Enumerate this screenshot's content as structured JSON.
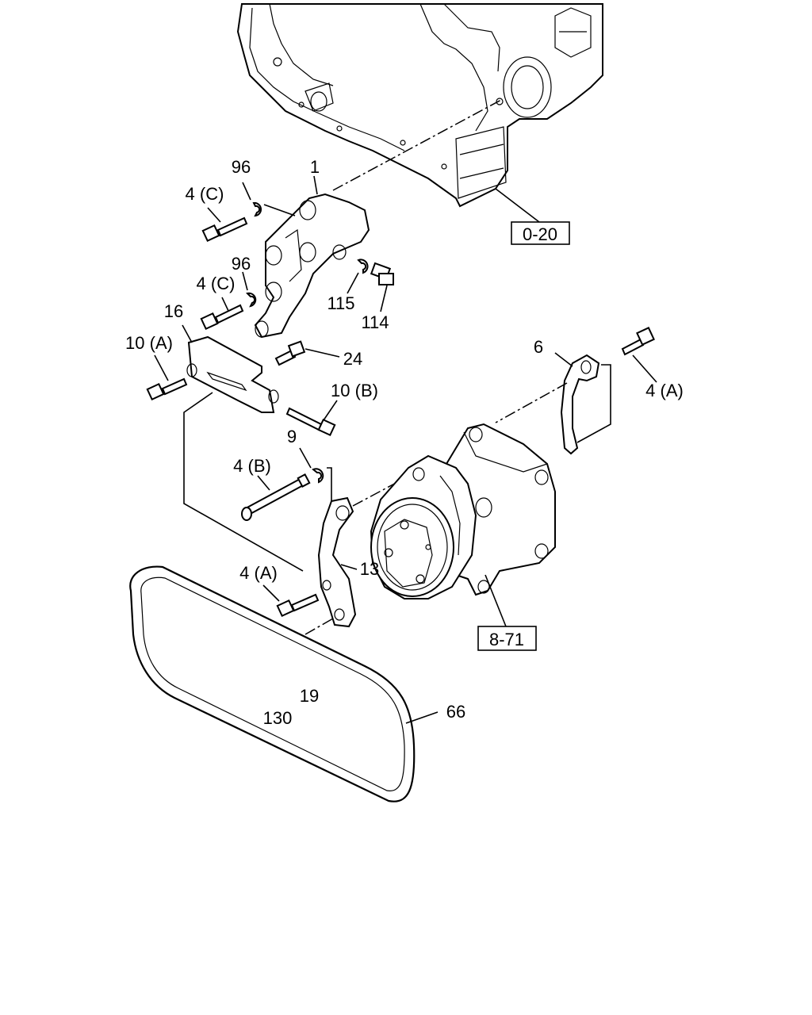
{
  "callouts": {
    "c1": "1",
    "c96a": "96",
    "c4c_a": "4 (C)",
    "c96b": "96",
    "c4c_b": "4 (C)",
    "c16": "16",
    "c115": "115",
    "c114": "114",
    "c10a": "10 (A)",
    "c24": "24",
    "c10b": "10 (B)",
    "c6": "6",
    "c4a_r": "4 (A)",
    "c9": "9",
    "c4b": "4 (B)",
    "c13": "13",
    "c4a_l": "4 (A)",
    "c19": "19",
    "c130": "130",
    "c66": "66"
  },
  "references": {
    "engine_ref": "0-20",
    "compressor_ref": "8-71"
  }
}
